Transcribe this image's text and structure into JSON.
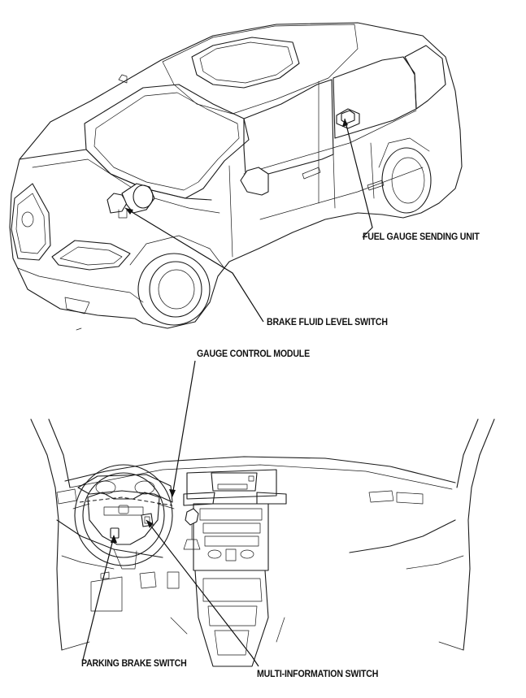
{
  "labels": {
    "fuel_gauge_sending_unit": "FUEL GAUGE SENDING UNIT",
    "brake_fluid_level_switch": "BRAKE FLUID LEVEL SWITCH",
    "gauge_control_module": "GAUGE CONTROL MODULE",
    "parking_brake_switch": "PARKING BRAKE SWITCH",
    "multi_information_switch": "MULTI-INFORMATION SWITCH"
  },
  "colors": {
    "line": "#1a1a1a",
    "background": "#ffffff"
  }
}
